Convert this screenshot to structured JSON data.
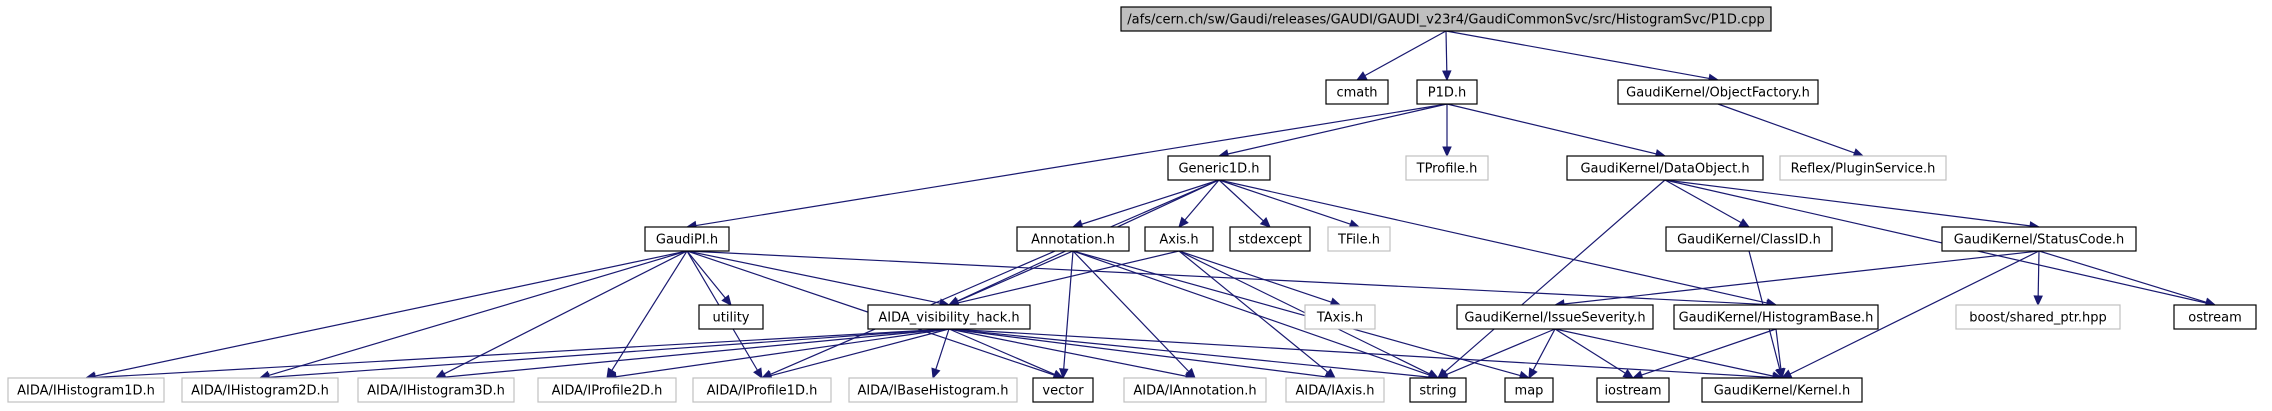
{
  "nodes": [
    {
      "id": "root",
      "label": "/afs/cern.ch/sw/Gaudi/releases/GAUDI/GAUDI_v23r4/GaudiCommonSvc/src/HistogramSvc/P1D.cpp",
      "kind": "root"
    },
    {
      "id": "cmath",
      "label": "cmath",
      "kind": "header"
    },
    {
      "id": "p1d",
      "label": "P1D.h",
      "kind": "header"
    },
    {
      "id": "objfactory",
      "label": "GaudiKernel/ObjectFactory.h",
      "kind": "header"
    },
    {
      "id": "generic1d",
      "label": "Generic1D.h",
      "kind": "header"
    },
    {
      "id": "tprofile",
      "label": "TProfile.h",
      "kind": "external"
    },
    {
      "id": "dataobject",
      "label": "GaudiKernel/DataObject.h",
      "kind": "header"
    },
    {
      "id": "pluginsvc",
      "label": "Reflex/PluginService.h",
      "kind": "external"
    },
    {
      "id": "gaudipi",
      "label": "GaudiPI.h",
      "kind": "header"
    },
    {
      "id": "annotation",
      "label": "Annotation.h",
      "kind": "header"
    },
    {
      "id": "axis",
      "label": "Axis.h",
      "kind": "header"
    },
    {
      "id": "stdexcept",
      "label": "stdexcept",
      "kind": "header"
    },
    {
      "id": "tfile",
      "label": "TFile.h",
      "kind": "external"
    },
    {
      "id": "classid",
      "label": "GaudiKernel/ClassID.h",
      "kind": "header"
    },
    {
      "id": "statuscode",
      "label": "GaudiKernel/StatusCode.h",
      "kind": "header"
    },
    {
      "id": "utility",
      "label": "utility",
      "kind": "header"
    },
    {
      "id": "aidavis",
      "label": "AIDA_visibility_hack.h",
      "kind": "header"
    },
    {
      "id": "taxis",
      "label": "TAxis.h",
      "kind": "external"
    },
    {
      "id": "issueseverity",
      "label": "GaudiKernel/IssueSeverity.h",
      "kind": "header"
    },
    {
      "id": "histobase",
      "label": "GaudiKernel/HistogramBase.h",
      "kind": "header"
    },
    {
      "id": "sharedptr",
      "label": "boost/shared_ptr.hpp",
      "kind": "external"
    },
    {
      "id": "ostream",
      "label": "ostream",
      "kind": "header"
    },
    {
      "id": "ih1d",
      "label": "AIDA/IHistogram1D.h",
      "kind": "external"
    },
    {
      "id": "ih2d",
      "label": "AIDA/IHistogram2D.h",
      "kind": "external"
    },
    {
      "id": "ih3d",
      "label": "AIDA/IHistogram3D.h",
      "kind": "external"
    },
    {
      "id": "ip2d",
      "label": "AIDA/IProfile2D.h",
      "kind": "external"
    },
    {
      "id": "ip1d",
      "label": "AIDA/IProfile1D.h",
      "kind": "external"
    },
    {
      "id": "ibasehisto",
      "label": "AIDA/IBaseHistogram.h",
      "kind": "external"
    },
    {
      "id": "vector",
      "label": "vector",
      "kind": "header"
    },
    {
      "id": "iannotation",
      "label": "AIDA/IAnnotation.h",
      "kind": "external"
    },
    {
      "id": "iaxis",
      "label": "AIDA/IAxis.h",
      "kind": "external"
    },
    {
      "id": "string",
      "label": "string",
      "kind": "header"
    },
    {
      "id": "map",
      "label": "map",
      "kind": "header"
    },
    {
      "id": "iostream",
      "label": "iostream",
      "kind": "header"
    },
    {
      "id": "kernel",
      "label": "GaudiKernel/Kernel.h",
      "kind": "header"
    }
  ],
  "edges": [
    [
      "root",
      "cmath"
    ],
    [
      "root",
      "p1d"
    ],
    [
      "root",
      "objfactory"
    ],
    [
      "p1d",
      "generic1d"
    ],
    [
      "p1d",
      "tprofile"
    ],
    [
      "p1d",
      "dataobject"
    ],
    [
      "p1d",
      "gaudipi"
    ],
    [
      "objfactory",
      "pluginsvc"
    ],
    [
      "generic1d",
      "annotation"
    ],
    [
      "generic1d",
      "axis"
    ],
    [
      "generic1d",
      "stdexcept"
    ],
    [
      "generic1d",
      "tfile"
    ],
    [
      "generic1d",
      "aidavis"
    ],
    [
      "generic1d",
      "ip1d"
    ],
    [
      "generic1d",
      "histobase"
    ],
    [
      "dataobject",
      "classid"
    ],
    [
      "dataobject",
      "statuscode"
    ],
    [
      "dataobject",
      "string"
    ],
    [
      "dataobject",
      "ostream"
    ],
    [
      "gaudipi",
      "utility"
    ],
    [
      "gaudipi",
      "aidavis"
    ],
    [
      "gaudipi",
      "ih1d"
    ],
    [
      "gaudipi",
      "ih2d"
    ],
    [
      "gaudipi",
      "ih3d"
    ],
    [
      "gaudipi",
      "ip2d"
    ],
    [
      "gaudipi",
      "ip1d"
    ],
    [
      "gaudipi",
      "vector"
    ],
    [
      "gaudipi",
      "histobase"
    ],
    [
      "annotation",
      "aidavis"
    ],
    [
      "annotation",
      "vector"
    ],
    [
      "annotation",
      "iannotation"
    ],
    [
      "annotation",
      "string"
    ],
    [
      "annotation",
      "map"
    ],
    [
      "axis",
      "aidavis"
    ],
    [
      "axis",
      "taxis"
    ],
    [
      "axis",
      "iaxis"
    ],
    [
      "axis",
      "string"
    ],
    [
      "classid",
      "kernel"
    ],
    [
      "statuscode",
      "issueseverity"
    ],
    [
      "statuscode",
      "sharedptr"
    ],
    [
      "statuscode",
      "ostream"
    ],
    [
      "statuscode",
      "kernel"
    ],
    [
      "aidavis",
      "ih1d"
    ],
    [
      "aidavis",
      "ih2d"
    ],
    [
      "aidavis",
      "ih3d"
    ],
    [
      "aidavis",
      "ip2d"
    ],
    [
      "aidavis",
      "ip1d"
    ],
    [
      "aidavis",
      "ibasehisto"
    ],
    [
      "aidavis",
      "vector"
    ],
    [
      "aidavis",
      "iannotation"
    ],
    [
      "aidavis",
      "iaxis"
    ],
    [
      "aidavis",
      "string"
    ],
    [
      "aidavis",
      "kernel"
    ],
    [
      "issueseverity",
      "string"
    ],
    [
      "issueseverity",
      "map"
    ],
    [
      "issueseverity",
      "iostream"
    ],
    [
      "issueseverity",
      "kernel"
    ],
    [
      "histobase",
      "iostream"
    ],
    [
      "histobase",
      "kernel"
    ]
  ]
}
